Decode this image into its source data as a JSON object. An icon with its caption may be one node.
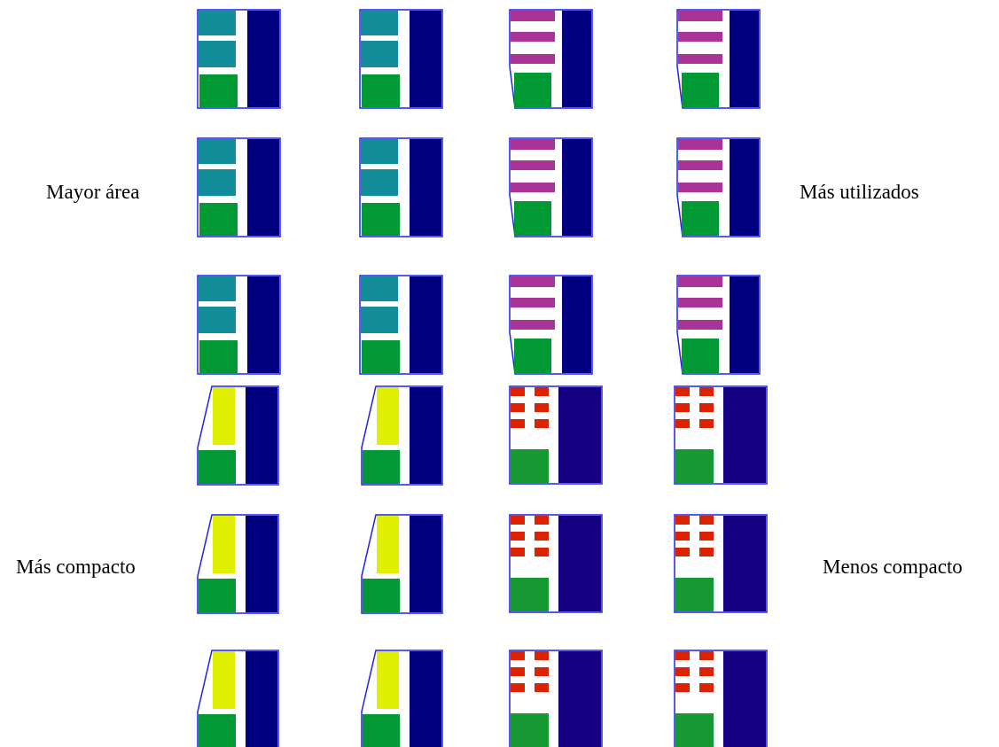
{
  "diagram": {
    "labels": [
      "Mayor área",
      "Más utilizados",
      "Más compacto",
      "Menos compacto"
    ]
  }
}
